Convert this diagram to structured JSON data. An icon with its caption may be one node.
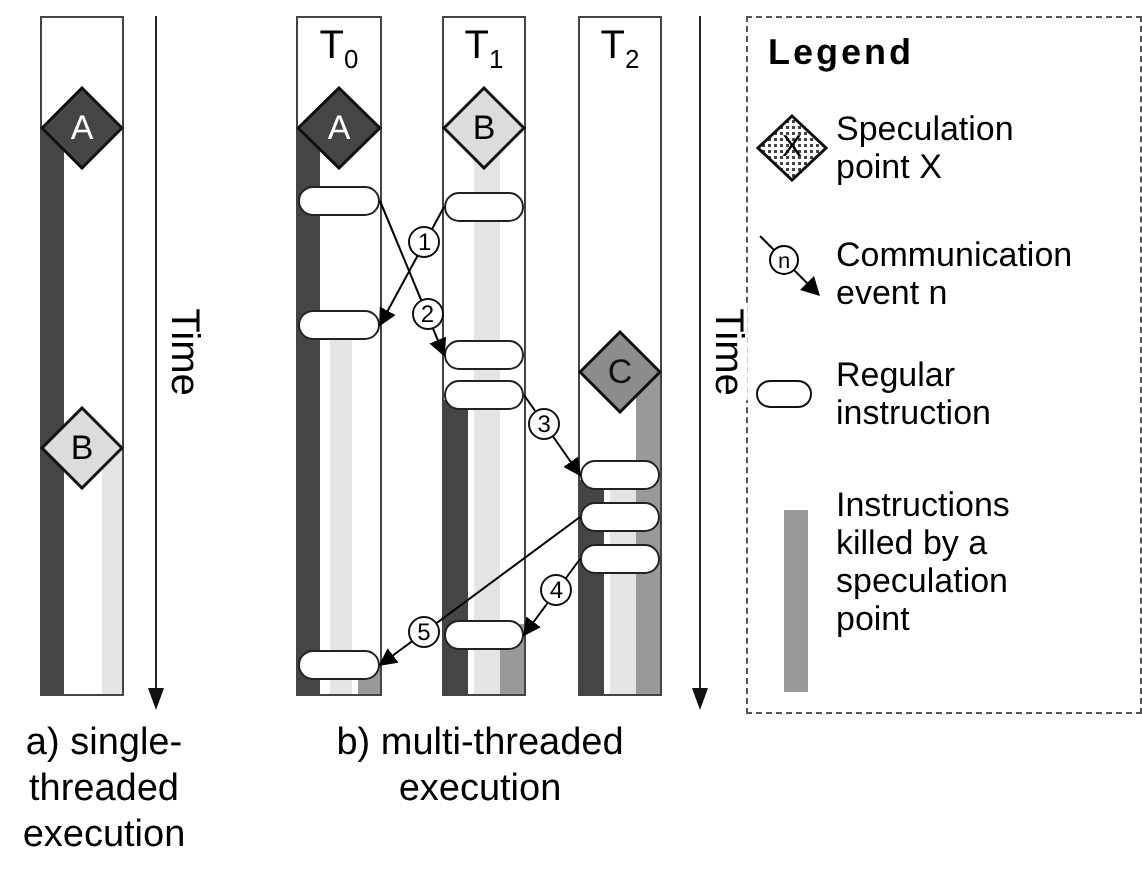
{
  "diagram": {
    "nodes": [
      {
        "text": [],
        "shape": "bar"
      },
      {
        "text": [
          "A"
        ],
        "in": 0
      },
      {
        "text": [
          "B"
        ],
        "in": 0
      },
      {
        "text": [
          "T$_{0}$"
        ]
      },
      {
        "text": [
          "A"
        ],
        "in": 3
      },
      {
        "text": [],
        "shape": "box",
        "in": 3
      },
      {
        "text": [],
        "shape": "box",
        "in": 3
      },
      {
        "text": [],
        "shape": "box",
        "in": 3
      },
      {
        "text": [
          "T$_{1}$"
        ]
      },
      {
        "text": [
          "B"
        ],
        "in": 8
      },
      {
        "text": [],
        "shape": "box",
        "in": 8
      },
      {
        "text": [],
        "shape": "box",
        "in": 8
      },
      {
        "text": [],
        "shape": "box",
        "in": 8
      },
      {
        "text": [],
        "shape": "box",
        "in": 8
      },
      {
        "text": [
          "T$_{2}$"
        ]
      },
      {
        "text": [
          "C"
        ],
        "in": 14
      },
      {
        "text": [],
        "shape": "box",
        "in": 14
      },
      {
        "text": [],
        "shape": "box",
        "in": 14
      },
      {
        "text": [],
        "shape": "box",
        "in": 14
      }
    ],
    "edges": [
      {
        "from": 10,
        "to": 6,
        "arrow": "to",
        "label": "1"
      },
      {
        "from": 5,
        "to": 11,
        "arrow": "to",
        "label": "2"
      },
      {
        "from": 12,
        "to": 16,
        "arrow": "to",
        "label": "3"
      },
      {
        "from": 18,
        "to": 13,
        "arrow": "to",
        "label": "4"
      },
      {
        "from": 17,
        "to": 7,
        "arrow": "to",
        "label": "5"
      }
    ],
    "labels": [
      "Time",
      "Time",
      "a) single-threaded execution",
      "b) multi-threaded execution",
      "Legend",
      "X",
      "n"
    ],
    "legend": [
      {
        "text": "Speculation point X"
      },
      {
        "text": "Communication event n"
      },
      {
        "text": "Regular instruction"
      },
      {
        "text": "Instructions killed by a speculation point",
        "color": "#999999"
      }
    ]
  }
}
